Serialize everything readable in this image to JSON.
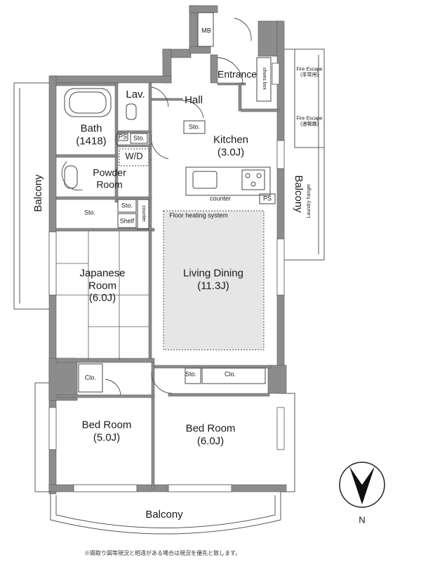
{
  "rooms": {
    "mb": "MB",
    "entrance": "Entrance",
    "shoes_box": "shoes box",
    "lav": "Lav.",
    "hall": "Hall",
    "bath_name": "Bath",
    "bath_size": "(1418)",
    "ps": "PS",
    "sto": "Sto.",
    "wd": "W/D",
    "kitchen_name": "Kitchen",
    "kitchen_size": "(3.0J)",
    "powder_line1": "Powder",
    "powder_line2": "Room",
    "counter": "counter",
    "shelf": "Shelf",
    "floor_heating": "Floor heating system",
    "japanese_line1": "Japanese",
    "japanese_line2": "Room",
    "japanese_size": "(6.0J)",
    "living_name": "Living Dining",
    "living_size": "(11.3J)",
    "clo": "Clo.",
    "bed1_name": "Bed Room",
    "bed1_size": "(5.0J)",
    "bed2_name": "Bed Room",
    "bed2_size": "(6.0J)",
    "balcony": "Balcony",
    "laundry": "Laundry hanger",
    "fire_escape_1": "Fire Escape",
    "fire_escape_1_jp": "(非常用)",
    "fire_escape_2": "Fire Escape",
    "fire_escape_2_jp": "(通報器)",
    "north": "N"
  },
  "footnote": "※間取り図等現況と相違がある場合は現況を優先と致します。",
  "colors": {
    "wall": "#8c8c8c",
    "wall_dark": "#6f6f6f",
    "line": "#444444",
    "heating_fill": "#e6e6e6"
  }
}
